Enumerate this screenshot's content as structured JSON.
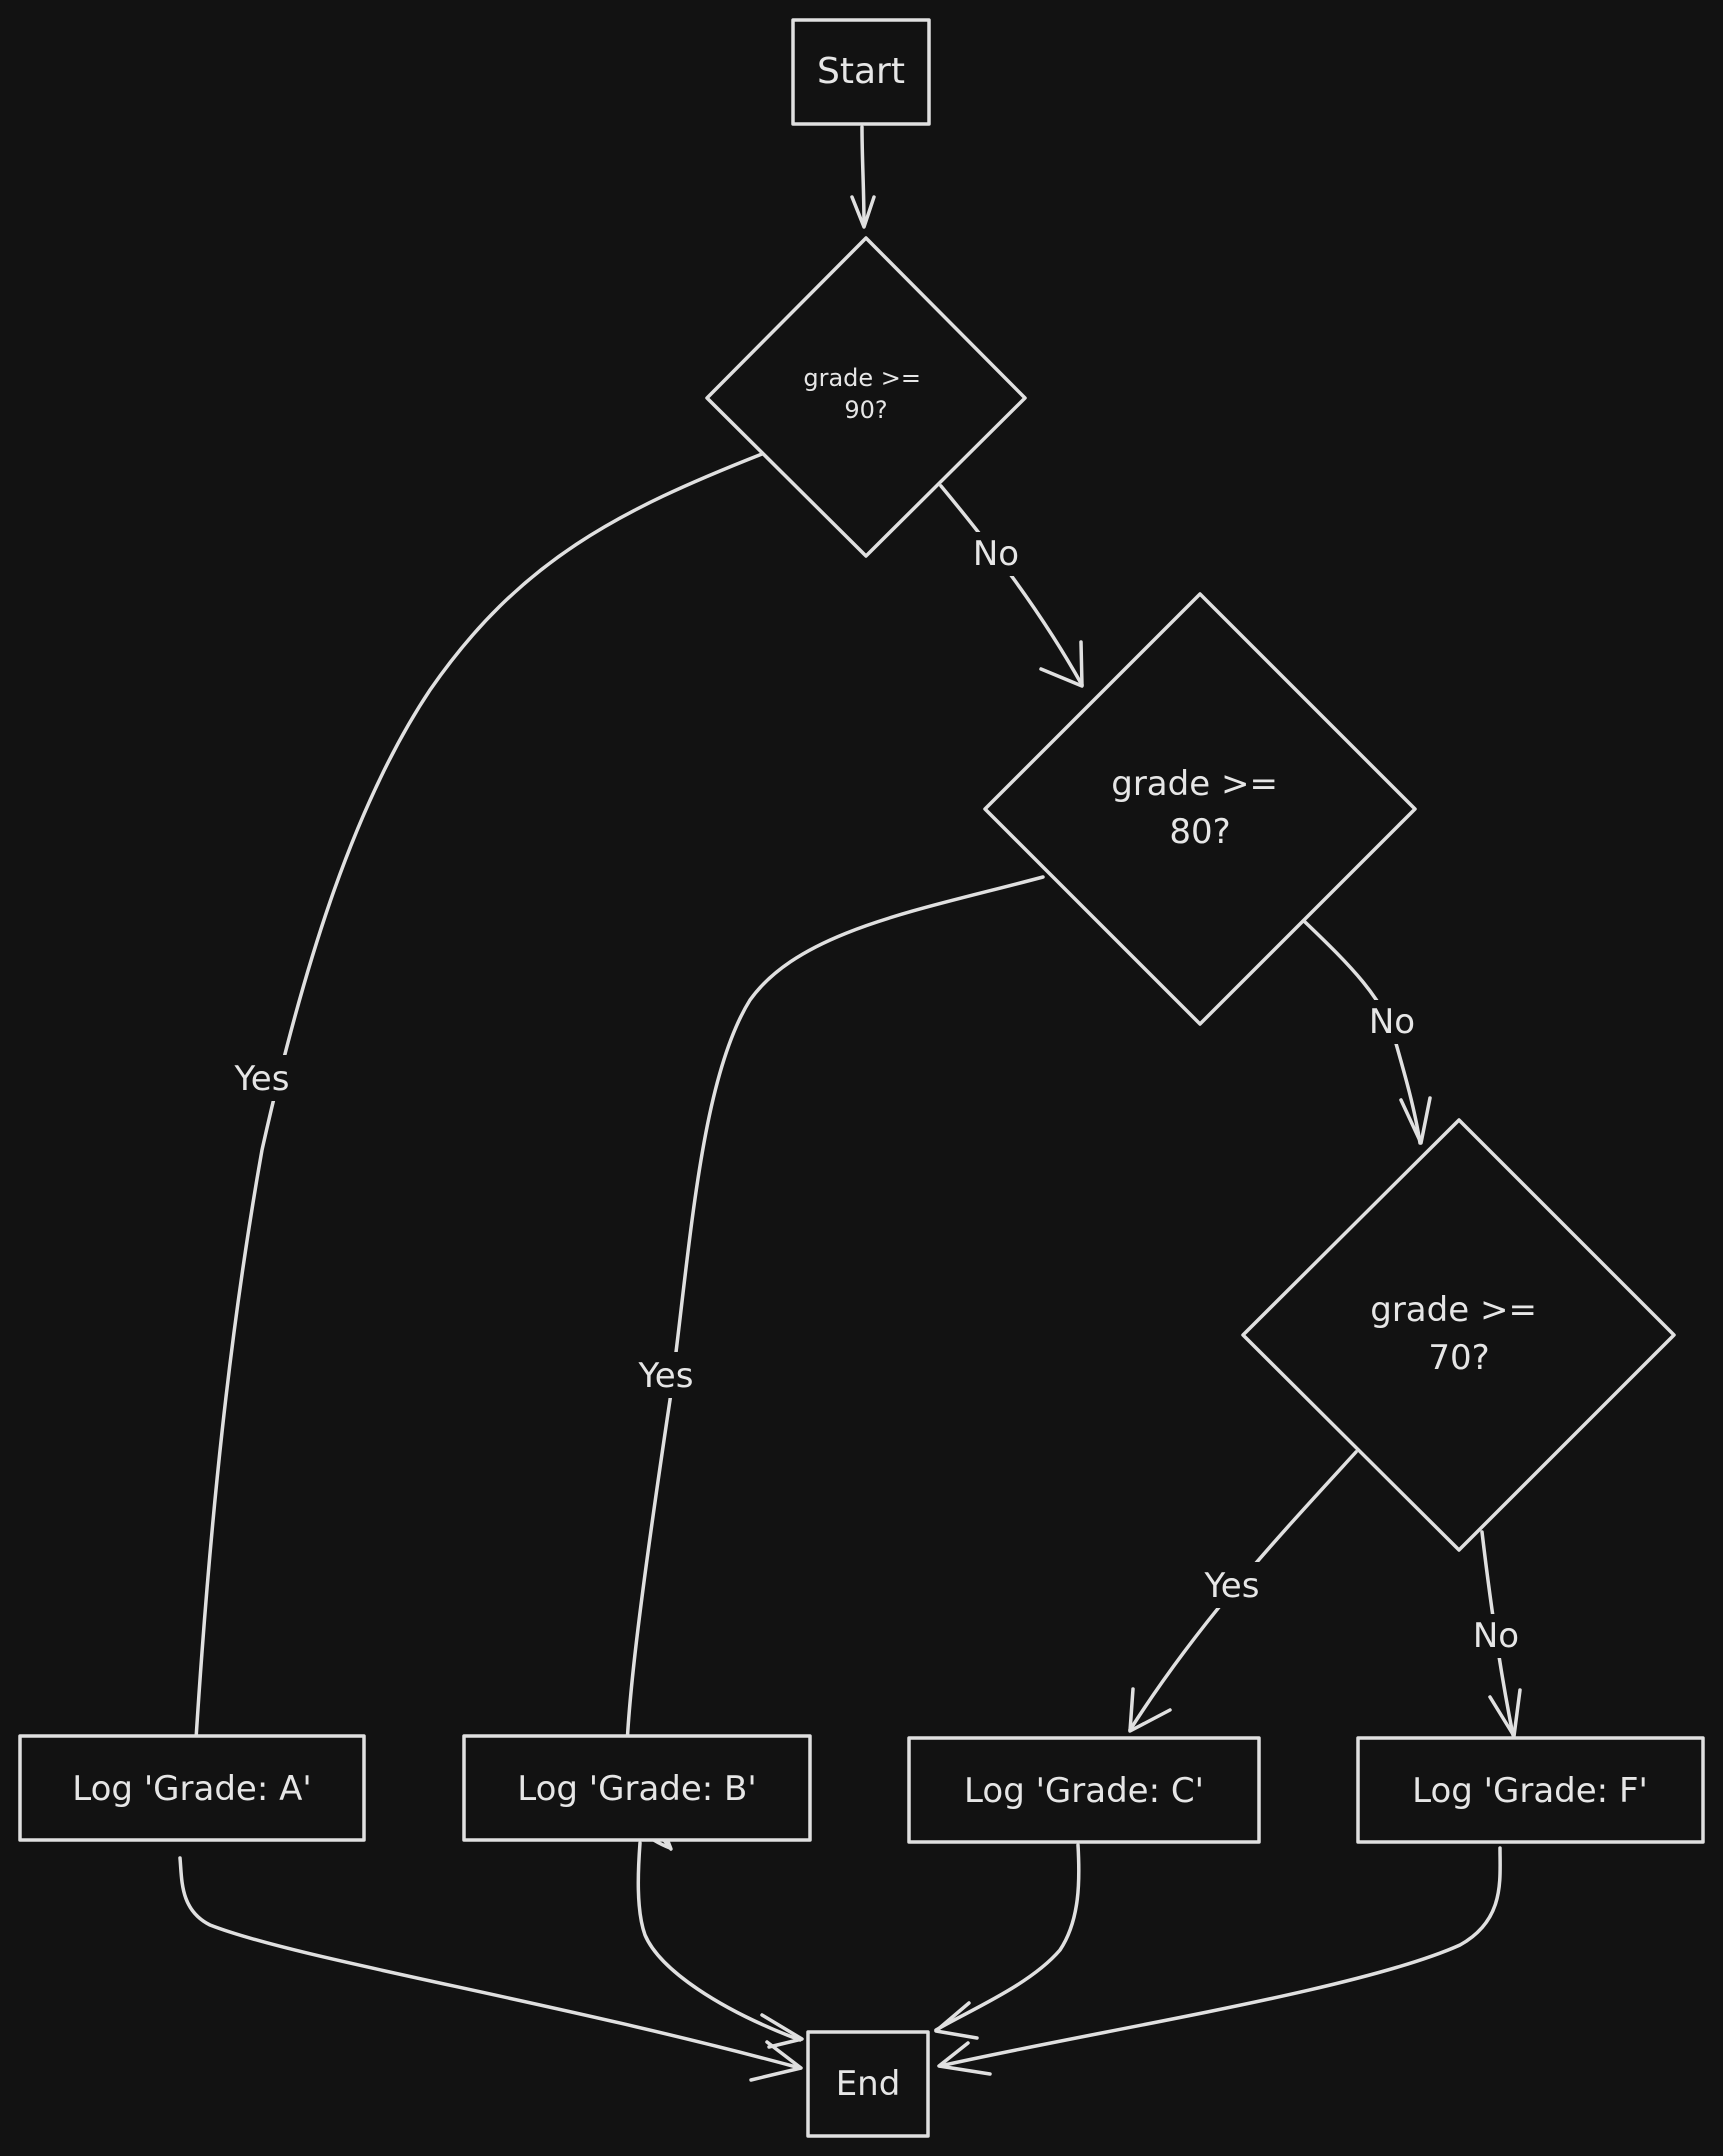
{
  "nodes": {
    "start": "Start",
    "decision_90": [
      "grade >=",
      "90?"
    ],
    "decision_80": [
      "grade >=",
      "80?"
    ],
    "decision_70": [
      "grade >=",
      "70?"
    ],
    "log_a": "Log 'Grade: A'",
    "log_b": "Log 'Grade: B'",
    "log_c": "Log 'Grade: C'",
    "log_f": "Log 'Grade: F'",
    "end": "End"
  },
  "edge_labels": {
    "d90_no": "No",
    "d90_yes": "Yes",
    "d80_no": "No",
    "d80_yes": "Yes",
    "d70_yes": "Yes",
    "d70_no": "No"
  },
  "colors": {
    "background": "#121212",
    "stroke": "#e0e0e0",
    "text": "#e6e6e6"
  }
}
